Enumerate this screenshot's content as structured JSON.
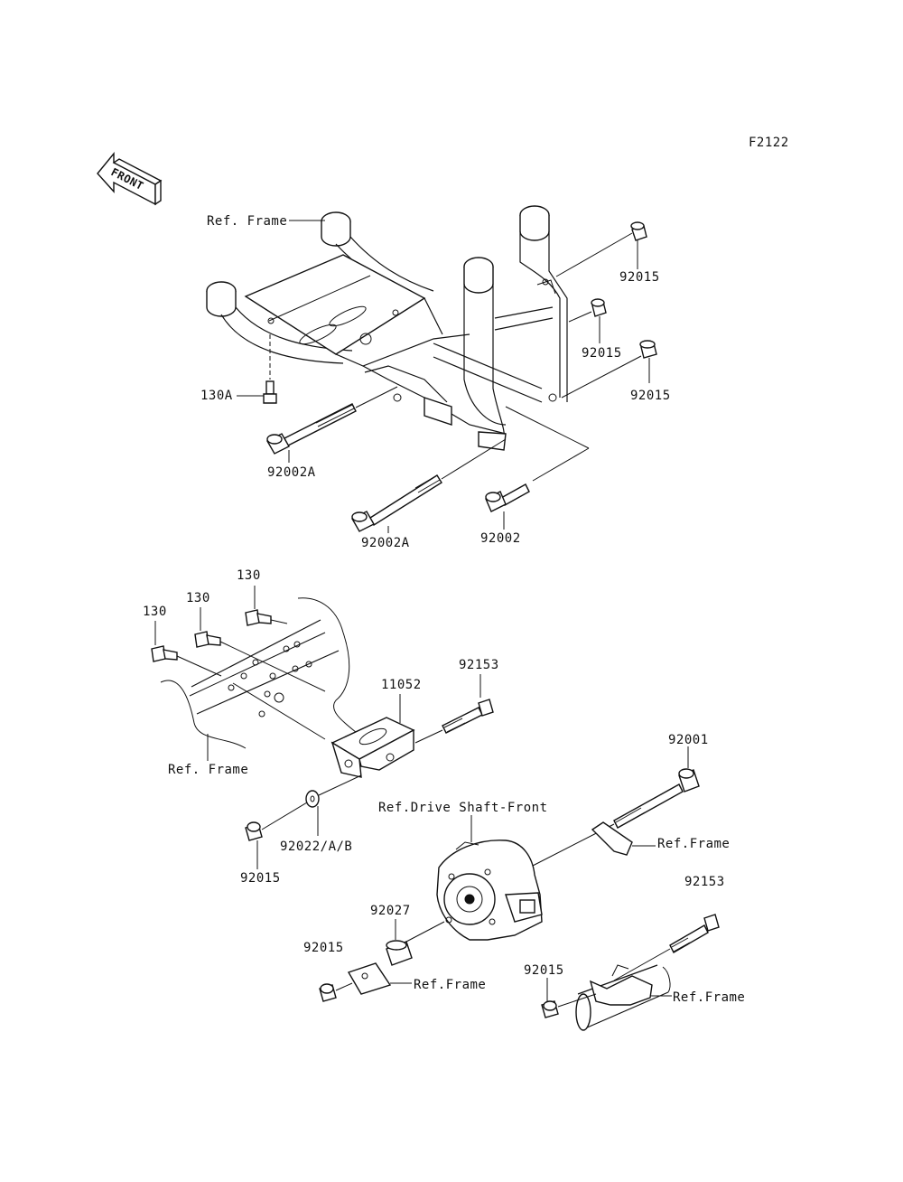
{
  "diagram_id": "F2122",
  "front_badge": "FRONT",
  "upper_labels": {
    "ref_frame": "Ref. Frame",
    "p92015_a": "92015",
    "p92015_b": "92015",
    "p92015_c": "92015",
    "p130a": "130A",
    "p92002a_a": "92002A",
    "p92002a_b": "92002A",
    "p92002": "92002"
  },
  "lower_labels": {
    "p130_a": "130",
    "p130_b": "130",
    "p130_c": "130",
    "p92153_a": "92153",
    "p11052": "11052",
    "ref_frame_a": "Ref. Frame",
    "p92001": "92001",
    "ref_drive_shaft": "Ref.Drive Shaft-Front",
    "ref_frame_b": "Ref.Frame",
    "p92022": "92022/A/B",
    "p92015_d": "92015",
    "p92153_b": "92153",
    "p92027": "92027",
    "p92015_e": "92015",
    "ref_frame_c": "Ref.Frame",
    "p92015_f": "92015",
    "ref_frame_d": "Ref.Frame"
  }
}
